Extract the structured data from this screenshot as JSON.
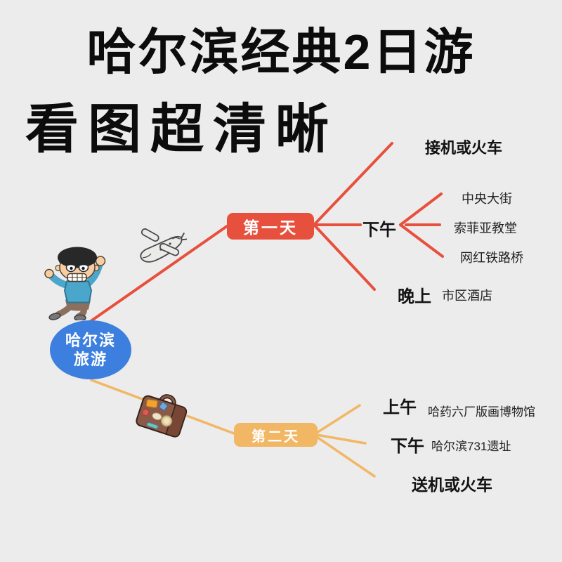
{
  "page": {
    "title": "哈尔滨经典2日游",
    "subtitle": "看图超清晰"
  },
  "colors": {
    "background": "#ECECEC",
    "day1_branch": "#E8503E",
    "day2_branch": "#F2B765",
    "root_node": "#3D7FDE",
    "node_text": "#FFFFFF",
    "label_text": "#131313"
  },
  "mindmap": {
    "root": {
      "line1": "哈尔滨",
      "line2": "旅游"
    },
    "day1": {
      "label": "第一天",
      "arrival": "接机或火车",
      "afternoon": {
        "label": "下午",
        "spots": [
          "中央大街",
          "索菲亚教堂",
          "网红铁路桥"
        ]
      },
      "evening": {
        "label": "晚上",
        "detail": "市区酒店"
      }
    },
    "day2": {
      "label": "第二天",
      "morning": {
        "label": "上午",
        "detail": "哈药六厂版画博物馆"
      },
      "afternoon": {
        "label": "下午",
        "detail": "哈尔滨731遗址"
      },
      "departure": "送机或火车"
    }
  },
  "icons": {
    "figure": "dancing-tourist-icon",
    "transport": "airplane-icon",
    "luggage": "suitcase-icon"
  }
}
